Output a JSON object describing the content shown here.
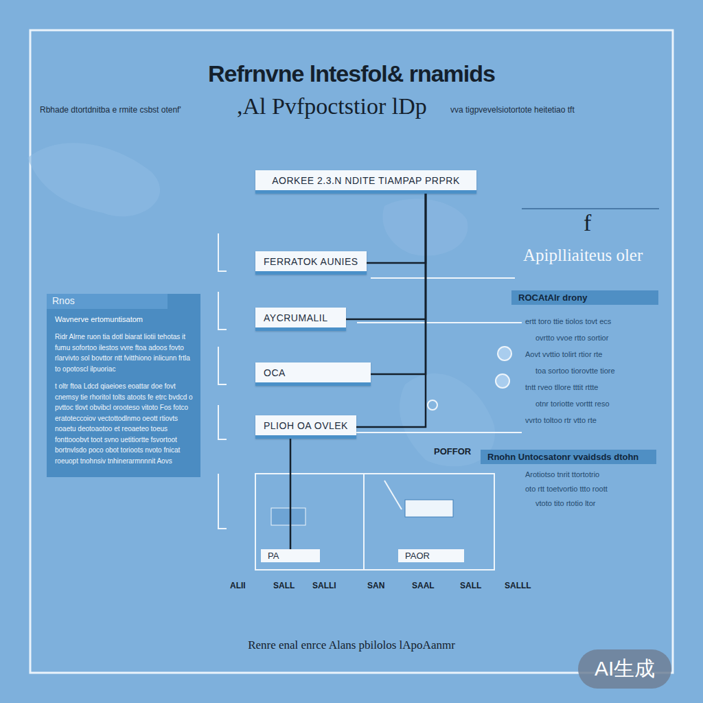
{
  "diagram": {
    "title": "Refrnvne lntesfol& rnamids",
    "caption": "Renre enal enrce Alans pbilolos lApoAanmr",
    "nodes": [
      {
        "text": [
          "AORKEE 2.3.N NDITE TIAMPAP PRPRK"
        ]
      },
      {
        "text": [
          "FERRATOK AUNIES"
        ]
      },
      {
        "text": [
          "AYCRUMALIL"
        ]
      },
      {
        "text": [
          "OCA"
        ]
      },
      {
        "text": [
          "PLIOH OA OVLEK"
        ]
      },
      {
        "text": [
          "PA"
        ]
      },
      {
        "text": [
          "PAOR"
        ]
      },
      {
        "text": [
          "Rnos",
          "Wavnerve ertomuntisatom",
          "Ridr Alrne ruon tia dotl biarat liotii tehotas it fumu sofortoo ilestos vvre ftoa adoos fovto rlarvivto sol bovttor ntt fvitthiono inlicunn frtla to opotoscl ilpuoriac",
          "t oltr ftoa Ldcd qiaeioes eoattar doe fovt cnemsy tie rhoritol tolts atoots fe etrc bvdcd o pvttoc tlovt obvibcl orooteso vitoto Fos fotco eratoteccoiov vectottodlnmo oeott rtiovts noaetu deotoaotoo et reoaeteo toeus fonttooobvt toot svno uetitiortte fsvortoot bortnvlsdo poco obot torioots nvoto fnicat roeuopt tnohnsiv tnhinerarmnnnit Aovs"
        ]
      },
      {
        "text": [
          "ROCAtAlr drony"
        ]
      },
      {
        "text": [
          "Rnohn Untocsatonr vvaidsds dtohn"
        ]
      }
    ],
    "edges": [
      {
        "from": 0,
        "to": 1,
        "arrow": "none"
      },
      {
        "from": 0,
        "to": 2,
        "arrow": "none"
      },
      {
        "from": 0,
        "to": 3,
        "arrow": "none"
      },
      {
        "from": 0,
        "to": 4,
        "arrow": "none"
      },
      {
        "from": 4,
        "to": 5,
        "arrow": "none"
      }
    ],
    "labels": [
      "Rbhade dtortdnitba e rmite csbst otenf'",
      ",Al Pvfpoctstior lDp",
      "vva tigpvevelsiotortote heitetiao tft",
      "f",
      "Apiplliaiteus oler",
      "POFFOR",
      "ertt toro ttie tiolos tovt ecs",
      "ovrtto vvoe rtto sortior",
      "Aovt vvttio tolirt rtior rte",
      "toa sortoo tiorovtte tiore",
      "tntt rveo tllore tttit rttte",
      "otnr toriotte vorttt reso",
      "vvrto toltoo rtr vtto rte",
      "Arotiotso tnrit ttortotrio",
      "oto rtt toetvortio ttto roott",
      "vtoto tito rtotio ltor",
      "ALII",
      "SALL",
      "SALLI",
      "SAN",
      "SAAL",
      "SALL",
      "SALLL",
      "AI生成"
    ]
  }
}
